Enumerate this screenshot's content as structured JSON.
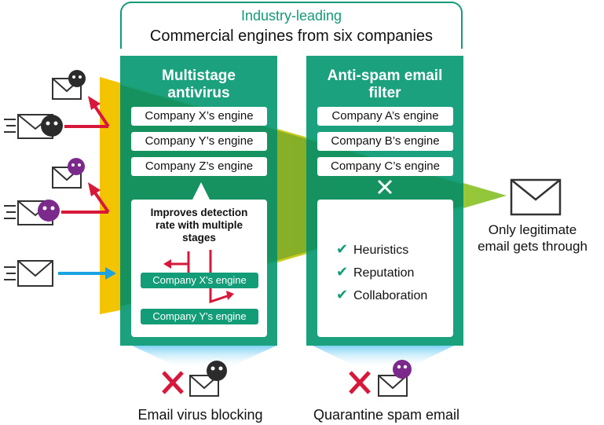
{
  "header": {
    "subtitle": "Industry-leading",
    "title": "Commercial engines from six companies"
  },
  "antivirus": {
    "title_line1": "Multistage",
    "title_line2": "antivirus",
    "engines": [
      "Company X’s engine",
      "Company Y’s engine",
      "Company Z’s engine"
    ],
    "callout": {
      "line1": "Improves detection",
      "line2": "rate with multiple",
      "line3": "stages",
      "stage1": "Company X's engine",
      "stage2": "Company Y's engine"
    },
    "caption": "Email virus blocking"
  },
  "antispam": {
    "title_line1": "Anti-spam email",
    "title_line2": "filter",
    "engines": [
      "Company A’s engine",
      "Company B’s engine",
      "Company C’s engine"
    ],
    "features": [
      "Heuristics",
      "Reputation",
      "Collaboration"
    ],
    "caption": "Quarantine spam email"
  },
  "result": {
    "line1": "Only legitimate",
    "line2": "email gets through"
  },
  "colors": {
    "green": "#129d78",
    "yellow": "#f5c300",
    "lime": "#a8c82a",
    "red": "#d7183a",
    "blue": "#1aa3e0",
    "virus_dark": "#2b2b2b",
    "spam_purple": "#7b2a8c"
  }
}
